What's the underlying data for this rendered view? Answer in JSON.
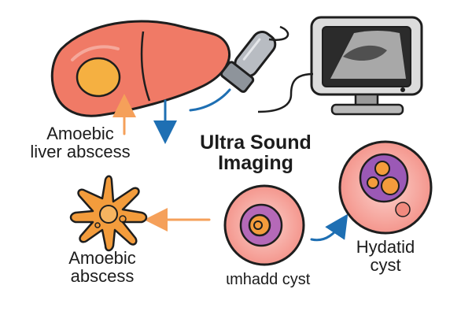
{
  "labels": {
    "amoebic_liver_abscess": [
      "Amoebic",
      "liver abscess"
    ],
    "ultrasound_imaging": [
      "Ultra Sound",
      "Imaging"
    ],
    "amoebic_abscess": [
      "Amoebic",
      "abscess"
    ],
    "cyst": "ɩmhadd cyst",
    "hydatid_cyst": [
      "Hydatid",
      "cyst"
    ]
  },
  "icons": [
    "liver-icon",
    "ultrasound-probe-icon",
    "ultrasound-monitor-icon",
    "amoeba-icon",
    "cyst-target-icon",
    "hydatid-cyst-icon"
  ],
  "colors": {
    "outline": "#1e1e1e",
    "liver": "#f07a66",
    "lesion": "#f5b041",
    "arrow_orange": "#f5a05a",
    "arrow_blue": "#1e6fb3",
    "pink": "#f7a5a0",
    "purple": "#9b59b6",
    "amoeba": "#f39c3c"
  }
}
